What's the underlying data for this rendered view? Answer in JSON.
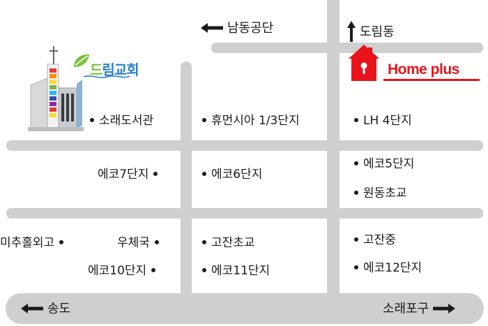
{
  "map": {
    "colors": {
      "road": "#cfcfcf",
      "text": "#1a1a1a",
      "homeplus": "#e8131b",
      "church_text": "#2a7ec9",
      "church_leaf": "#7cc142"
    },
    "directions": {
      "north_left": "남동공단",
      "north_right": "도림동",
      "south_left": "송도",
      "south_right": "소래포구"
    },
    "landmarks": {
      "church": "림교회",
      "church_initial": "드",
      "homeplus": "Home plus"
    },
    "places": [
      "소래도서관",
      "휴먼시아 1/3단지",
      "LH 4단지",
      "에코7단지",
      "에코6단지",
      "에코5단지",
      "원동초교",
      "미추홀외고",
      "우체국",
      "고잔초교",
      "고잔중",
      "에코10단지",
      "에코11단지",
      "에코12단지"
    ],
    "icons": [
      "arrow-left-icon",
      "arrow-up-icon",
      "arrow-right-icon",
      "church-icon",
      "homeplus-house-icon",
      "location-dot-icon"
    ]
  }
}
